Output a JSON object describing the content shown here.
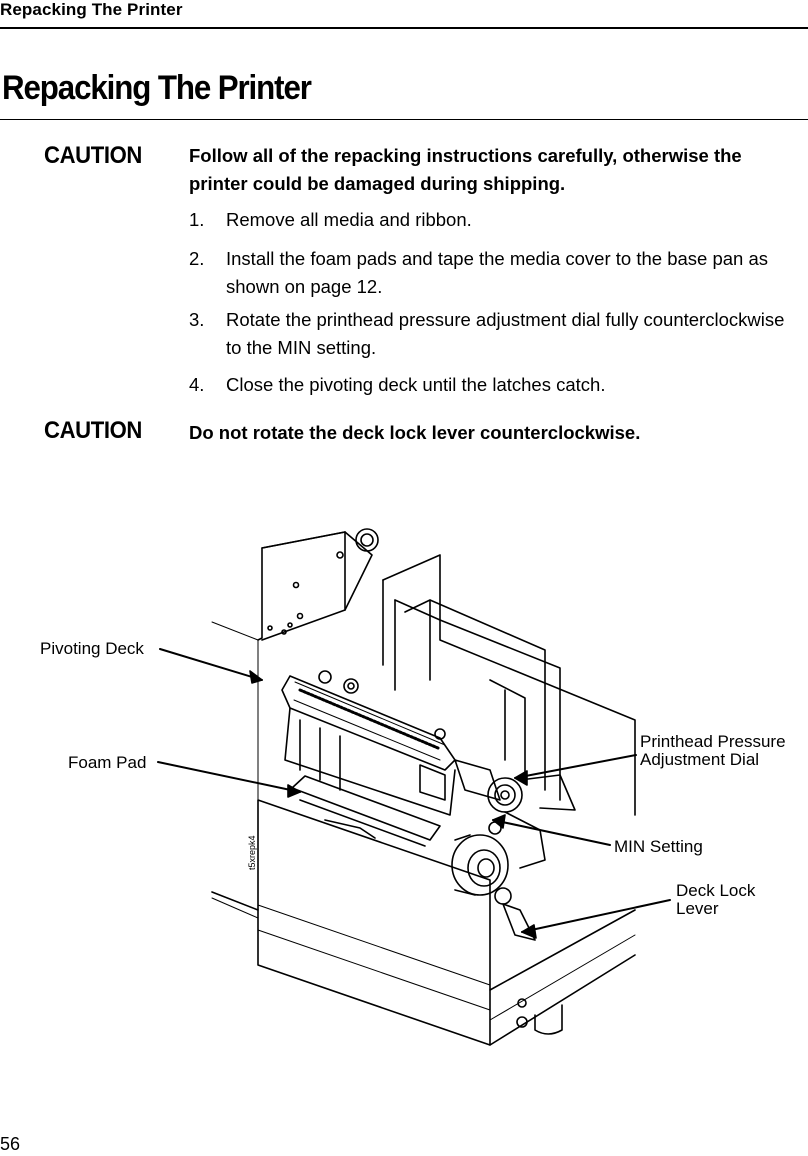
{
  "header": {
    "running_title": "Repacking The Printer"
  },
  "title": "Repacking The Printer",
  "caution1": {
    "label": "CAUTION",
    "text": "Follow all of the repacking instructions carefully, otherwise the printer could be damaged during shipping."
  },
  "steps": [
    {
      "num": "1.",
      "text": "Remove all media and ribbon."
    },
    {
      "num": "2.",
      "text": "Install the foam pads and tape the media cover to the base pan as shown on page 12."
    },
    {
      "num": "3.",
      "text": "Rotate the printhead pressure adjustment dial fully counterclockwise to the MIN setting."
    },
    {
      "num": "4.",
      "text": "Close the pivoting deck until the latches catch."
    }
  ],
  "caution2": {
    "label": "CAUTION",
    "text": "Do not rotate the deck lock lever counterclockwise."
  },
  "figure": {
    "callouts": {
      "pivoting_deck": "Pivoting Deck",
      "foam_pad": "Foam Pad",
      "printhead_line1": "Printhead Pressure",
      "printhead_line2": "Adjustment Dial",
      "min_setting": "MIN Setting",
      "deck_lock_line1": "Deck Lock",
      "deck_lock_line2": "Lever"
    },
    "figure_code": "t5xrepk4"
  },
  "footer": {
    "page_number": "56"
  }
}
